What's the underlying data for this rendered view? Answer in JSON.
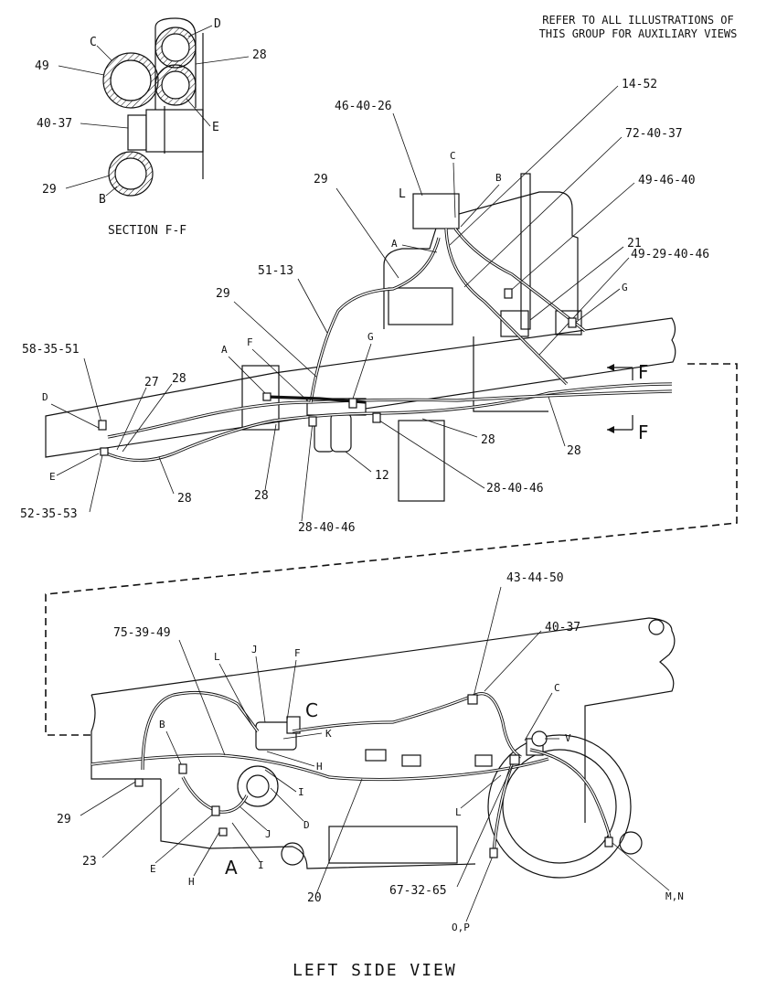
{
  "note": {
    "line1": "REFER TO ALL ILLUSTRATIONS OF",
    "line2": "THIS GROUP FOR AUXILIARY VIEWS"
  },
  "section": {
    "title": "SECTION F-F",
    "labels": [
      "C",
      "D",
      "49",
      "28",
      "40-37",
      "E",
      "29",
      "B"
    ]
  },
  "upper_view": {
    "labels": [
      "46-40-26",
      "14-52",
      "72-40-37",
      "C",
      "B",
      "L",
      "49-46-40",
      "A",
      "29",
      "21",
      "49-29-40-46",
      "G",
      "51-13",
      "29",
      "58-35-51",
      "A",
      "F",
      "G",
      "F",
      "27",
      "28",
      "D",
      "E",
      "28",
      "28",
      "28",
      "F",
      "12",
      "28-40-46",
      "28",
      "52-35-53",
      "28-40-46"
    ]
  },
  "lower_view": {
    "labels": [
      "43-44-50",
      "75-39-49",
      "40-37",
      "L",
      "J",
      "F",
      "C",
      "C",
      "V",
      "B",
      "K",
      "H",
      "I",
      "L",
      "29",
      "D",
      "J",
      "23",
      "E",
      "I",
      "A",
      "H",
      "67-32-65",
      "20",
      "M,N",
      "O,P"
    ],
    "title": "LEFT SIDE VIEW"
  }
}
